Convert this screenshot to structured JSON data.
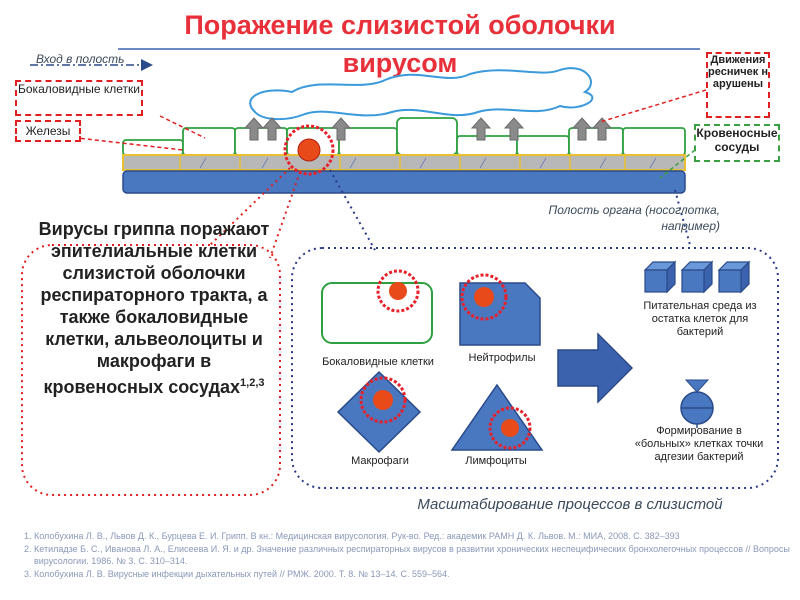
{
  "title_line1": "Поражение слизистой оболочки",
  "title_line2": "вирусом",
  "labels": {
    "entry": "Вход в полость",
    "goblet_top": "Бокаловидные клетки",
    "glands": "Железы",
    "cilia": "Движения ресничек нарушены",
    "vessels": "Кровеносные сосуды",
    "cavity": "Полость органа (носоглотка, например)"
  },
  "main_text": "Вирусы гриппа поражают эпителиальные клетки слизистой оболочки респираторного тракта, а также бокаловидные клетки, альвеолоциты и макрофаги в кровеносных сосудах",
  "main_sup": "1,2,3",
  "cells": {
    "goblet": "Бокаловидные клетки",
    "neutro": "Нейтрофилы",
    "macro": "Макрофаги",
    "lympho": "Лимфоциты",
    "medium": "Питательная среда из остатка клеток для бактерий",
    "adhesion": "Формирование в «больных» клетках точки адгезии бактерий"
  },
  "scaling": "Масштабирование процессов в слизистой",
  "references": [
    "Колобухина Л. В., Львов Д. К., Бурцева Е. И. Грипп. В кн.: Медицинская вирусология. Рук-во. Ред.: академик РАМН Д. К. Львов. М.: МИА, 2008. С. 382–393",
    "Кетиладзе Б. С., Иванова Л. А., Елисеева И. Я. и др. Значение различных респираторных вирусов в развитии хронических неспецифических бронхолегочных процессов // Вопросы вирусологии. 1986. № 3. С. 310–314.",
    "Колобухина Л. В. Вирусные инфекции дыхательных путей // РМЖ. 2000. Т. 8. № 13–14. С. 559–564."
  ],
  "colors": {
    "title": "#e8303a",
    "virus_core": "#e84a1a",
    "virus_ring": "#e8202a",
    "cell_outline": "#2fa040",
    "blue_layer": "#4a78c0",
    "gold_layer": "#e8c030",
    "mucus_outline": "#3a9adb",
    "arrow": "#3a62ad"
  },
  "icons": [
    "virus-icon",
    "arrow-up-icon",
    "cube-icon",
    "bacterium-icon",
    "big-arrow-right-icon"
  ]
}
